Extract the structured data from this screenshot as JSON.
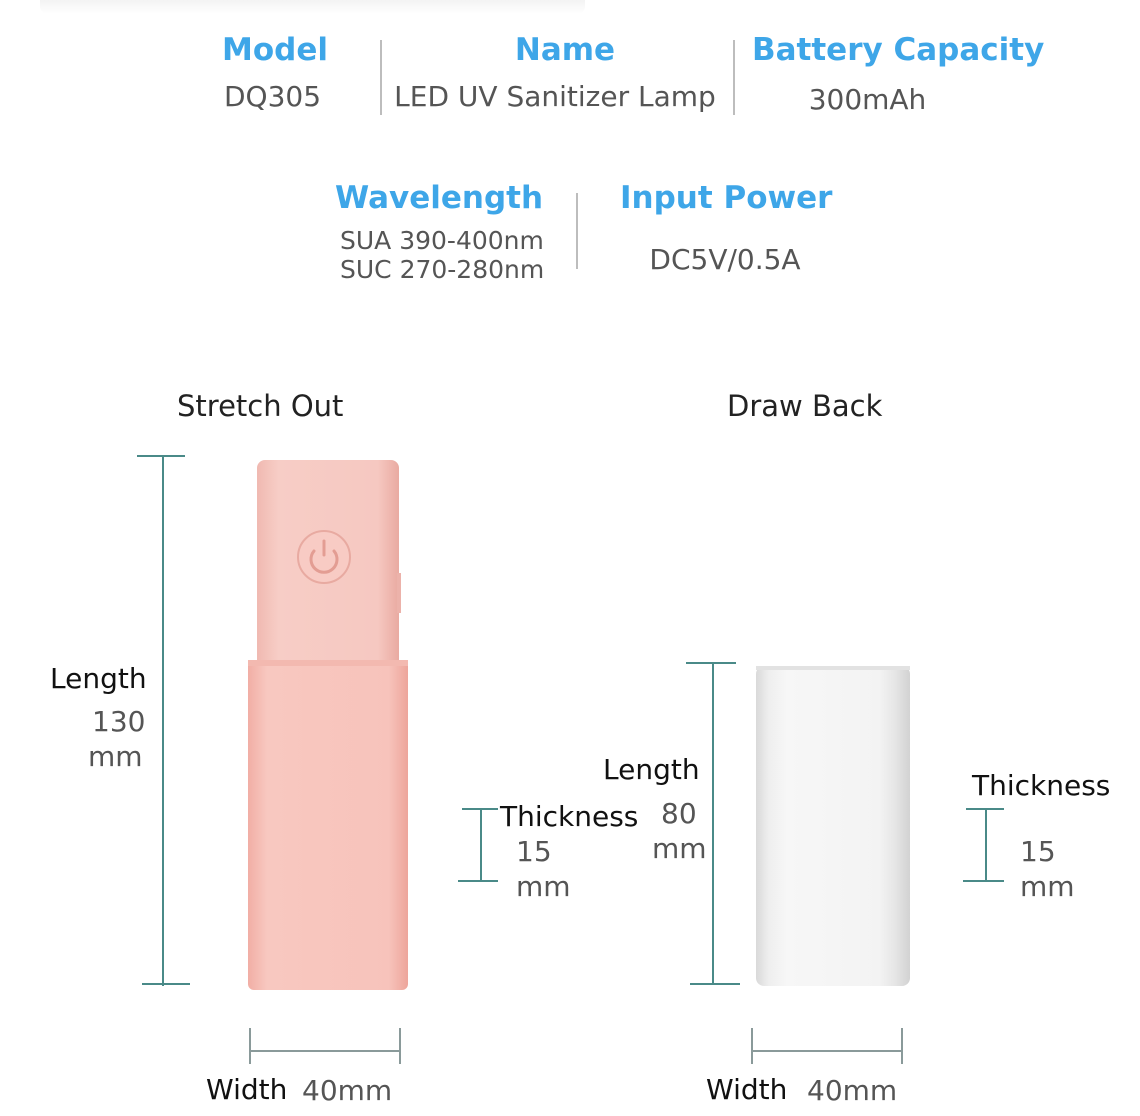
{
  "specs": {
    "model": {
      "header": "Model",
      "value": "DQ305"
    },
    "name": {
      "header": "Name",
      "value": "LED UV Sanitizer Lamp"
    },
    "battery": {
      "header": "Battery Capacity",
      "value": "300mAh"
    },
    "wavelength": {
      "header": "Wavelength",
      "value_line1": "SUA 390-400nm",
      "value_line2": "SUC 270-280nm"
    },
    "input_power": {
      "header": "Input Power",
      "value": "DC5V/0.5A"
    }
  },
  "stretch_out": {
    "title": "Stretch Out",
    "length_label": "Length",
    "length_value": "130",
    "length_unit": "mm",
    "thickness_label": "Thickness",
    "thickness_value": "15",
    "thickness_unit": "mm",
    "width_label": "Width",
    "width_value": "40mm",
    "device_color": "#f4c3bb"
  },
  "draw_back": {
    "title": "Draw Back",
    "length_label": "Length",
    "length_value": "80",
    "length_unit": "mm",
    "thickness_label": "Thickness",
    "thickness_value": "15",
    "thickness_unit": "mm",
    "width_label": "Width",
    "width_value": "40mm",
    "device_color": "#e9e9e9"
  },
  "colors": {
    "header_blue": "#3ea6e8",
    "dimension_line": "#4a8a88"
  },
  "icons": {
    "power_button": "power-icon"
  }
}
